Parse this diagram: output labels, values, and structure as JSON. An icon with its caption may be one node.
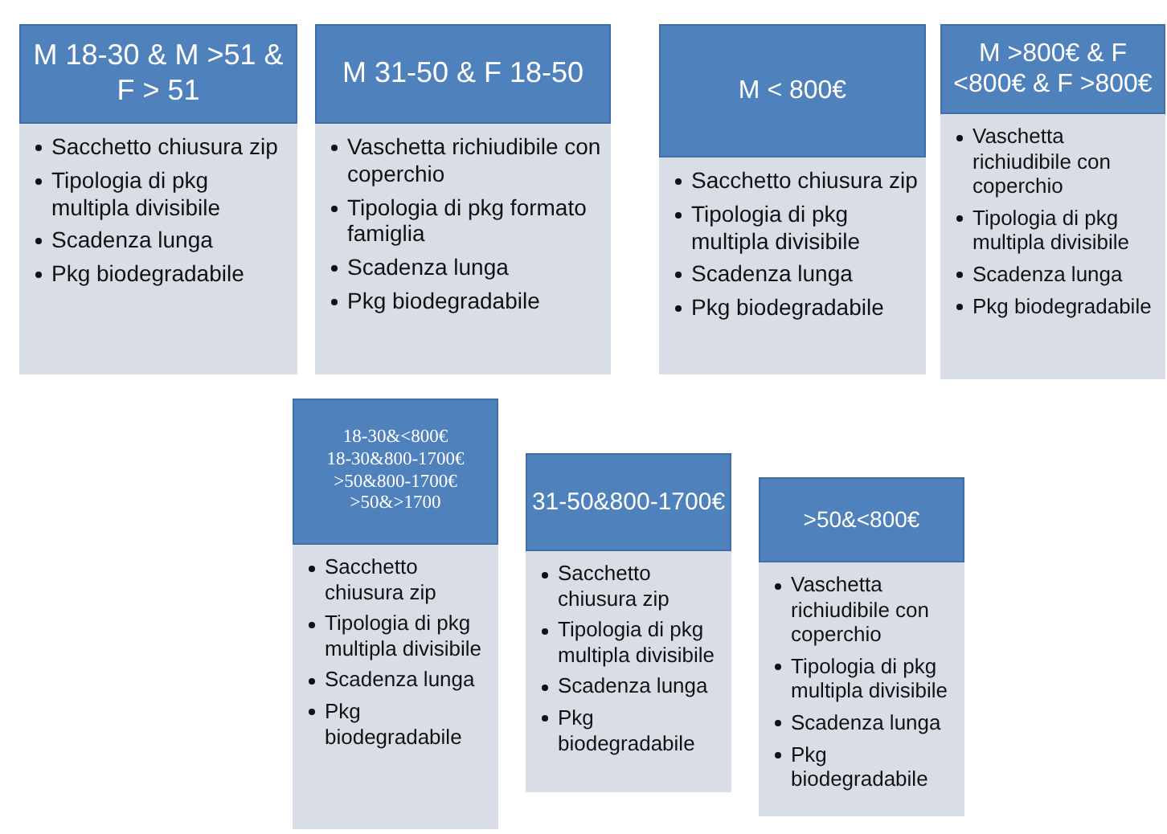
{
  "diagram": {
    "nodes": [
      {
        "text": [
          "M 18-30 & M >51 & F > 51"
        ]
      },
      {
        "text": [
          "Sacchetto chiusura zip",
          "Tipologia di pkg multipla divisibile",
          "Scadenza lunga",
          "Pkg biodegradabile"
        ]
      },
      {
        "text": [
          "M 31-50 & F 18-50"
        ]
      },
      {
        "text": [
          "Vaschetta richiudibile con coperchio",
          "Tipologia di pkg formato famiglia",
          "Scadenza lunga",
          "Pkg biodegradabile"
        ]
      },
      {
        "text": [
          "M < 800€"
        ]
      },
      {
        "text": [
          "Sacchetto chiusura zip",
          "Tipologia di pkg multipla divisibile",
          "Scadenza lunga",
          "Pkg biodegradabile"
        ]
      },
      {
        "text": [
          "M >800€ & F <800€ & F >800€"
        ]
      },
      {
        "text": [
          "Vaschetta richiudibile con coperchio",
          "Tipologia di pkg multipla divisibile",
          "Scadenza lunga",
          "Pkg biodegradabile"
        ]
      },
      {
        "text": [
          "18-30&<800€",
          "18-30&800-1700€",
          ">50&800-1700€",
          ">50&>1700"
        ]
      },
      {
        "text": [
          "Sacchetto chiusura zip",
          "Tipologia di pkg multipla divisibile",
          "Scadenza lunga",
          "Pkg biodegradabile"
        ]
      },
      {
        "text": [
          "31-50&800-1700€"
        ]
      },
      {
        "text": [
          "Sacchetto chiusura zip",
          "Tipologia di pkg multipla divisibile",
          "Scadenza lunga",
          "Pkg biodegradabile"
        ]
      },
      {
        "text": [
          ">50&<800€"
        ]
      },
      {
        "text": [
          "Vaschetta richiudibile con coperchio",
          "Tipologia di pkg multipla divisibile",
          "Scadenza lunga",
          "Pkg biodegradabile"
        ]
      }
    ]
  }
}
